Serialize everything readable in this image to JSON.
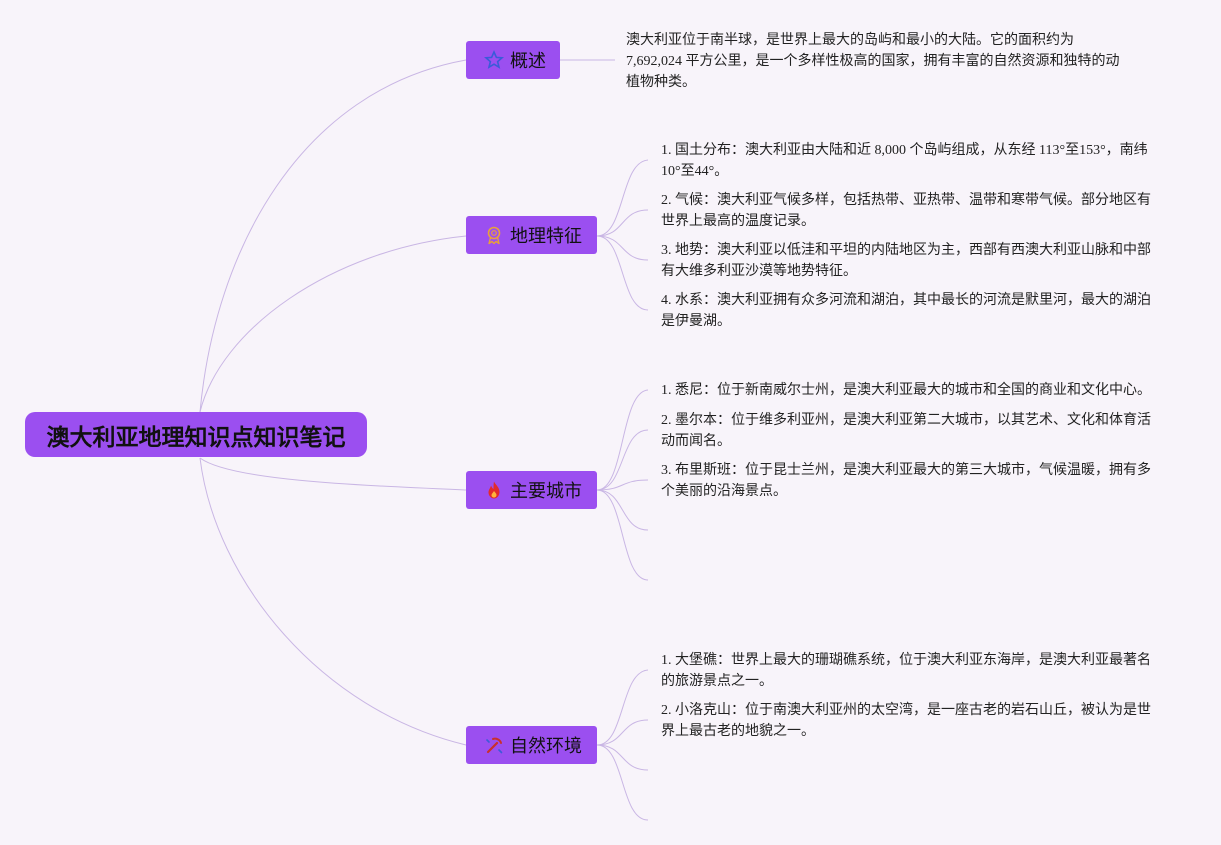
{
  "root": {
    "title": "澳大利亚地理知识点知识笔记"
  },
  "branches": [
    {
      "label": "概述",
      "icon": "star-icon"
    },
    {
      "label": "地理特征",
      "icon": "medal-icon"
    },
    {
      "label": "主要城市",
      "icon": "fire-icon"
    },
    {
      "label": "自然环境",
      "icon": "pickaxe-icon"
    }
  ],
  "overview": {
    "text": "澳大利亚位于南半球，是世界上最大的岛屿和最小的大陆。它的面积约为7,692,024 平方公里，是一个多样性极高的国家，拥有丰富的自然资源和独特的动植物种类。"
  },
  "geography": [
    "1. 国土分布：澳大利亚由大陆和近 8,000 个岛屿组成，从东经 113°至153°，南纬10°至44°。",
    "2. 气候：澳大利亚气候多样，包括热带、亚热带、温带和寒带气候。部分地区有世界上最高的温度记录。",
    "3. 地势：澳大利亚以低洼和平坦的内陆地区为主，西部有西澳大利亚山脉和中部有大维多利亚沙漠等地势特征。",
    "4. 水系：澳大利亚拥有众多河流和湖泊，其中最长的河流是默里河，最大的湖泊是伊曼湖。"
  ],
  "cities": [
    "1. 悉尼：位于新南威尔士州，是澳大利亚最大的城市和全国的商业和文化中心。",
    "2. 墨尔本：位于维多利亚州，是澳大利亚第二大城市，以其艺术、文化和体育活动而闻名。",
    "3. 布里斯班：位于昆士兰州，是澳大利亚最大的第三大城市，气候温暖，拥有多个美丽的沿海景点。"
  ],
  "nature": [
    "1. 大堡礁：世界上最大的珊瑚礁系统，位于澳大利亚东海岸，是澳大利亚最著名的旅游景点之一。",
    "2. 小洛克山：位于南澳大利亚州的太空湾，是一座古老的岩石山丘，被认为是世界上最古老的地貌之一。"
  ],
  "colors": {
    "node_fill": "#9b4ff0",
    "connector": "#c9b6e4",
    "background": "#f8f4fa"
  }
}
